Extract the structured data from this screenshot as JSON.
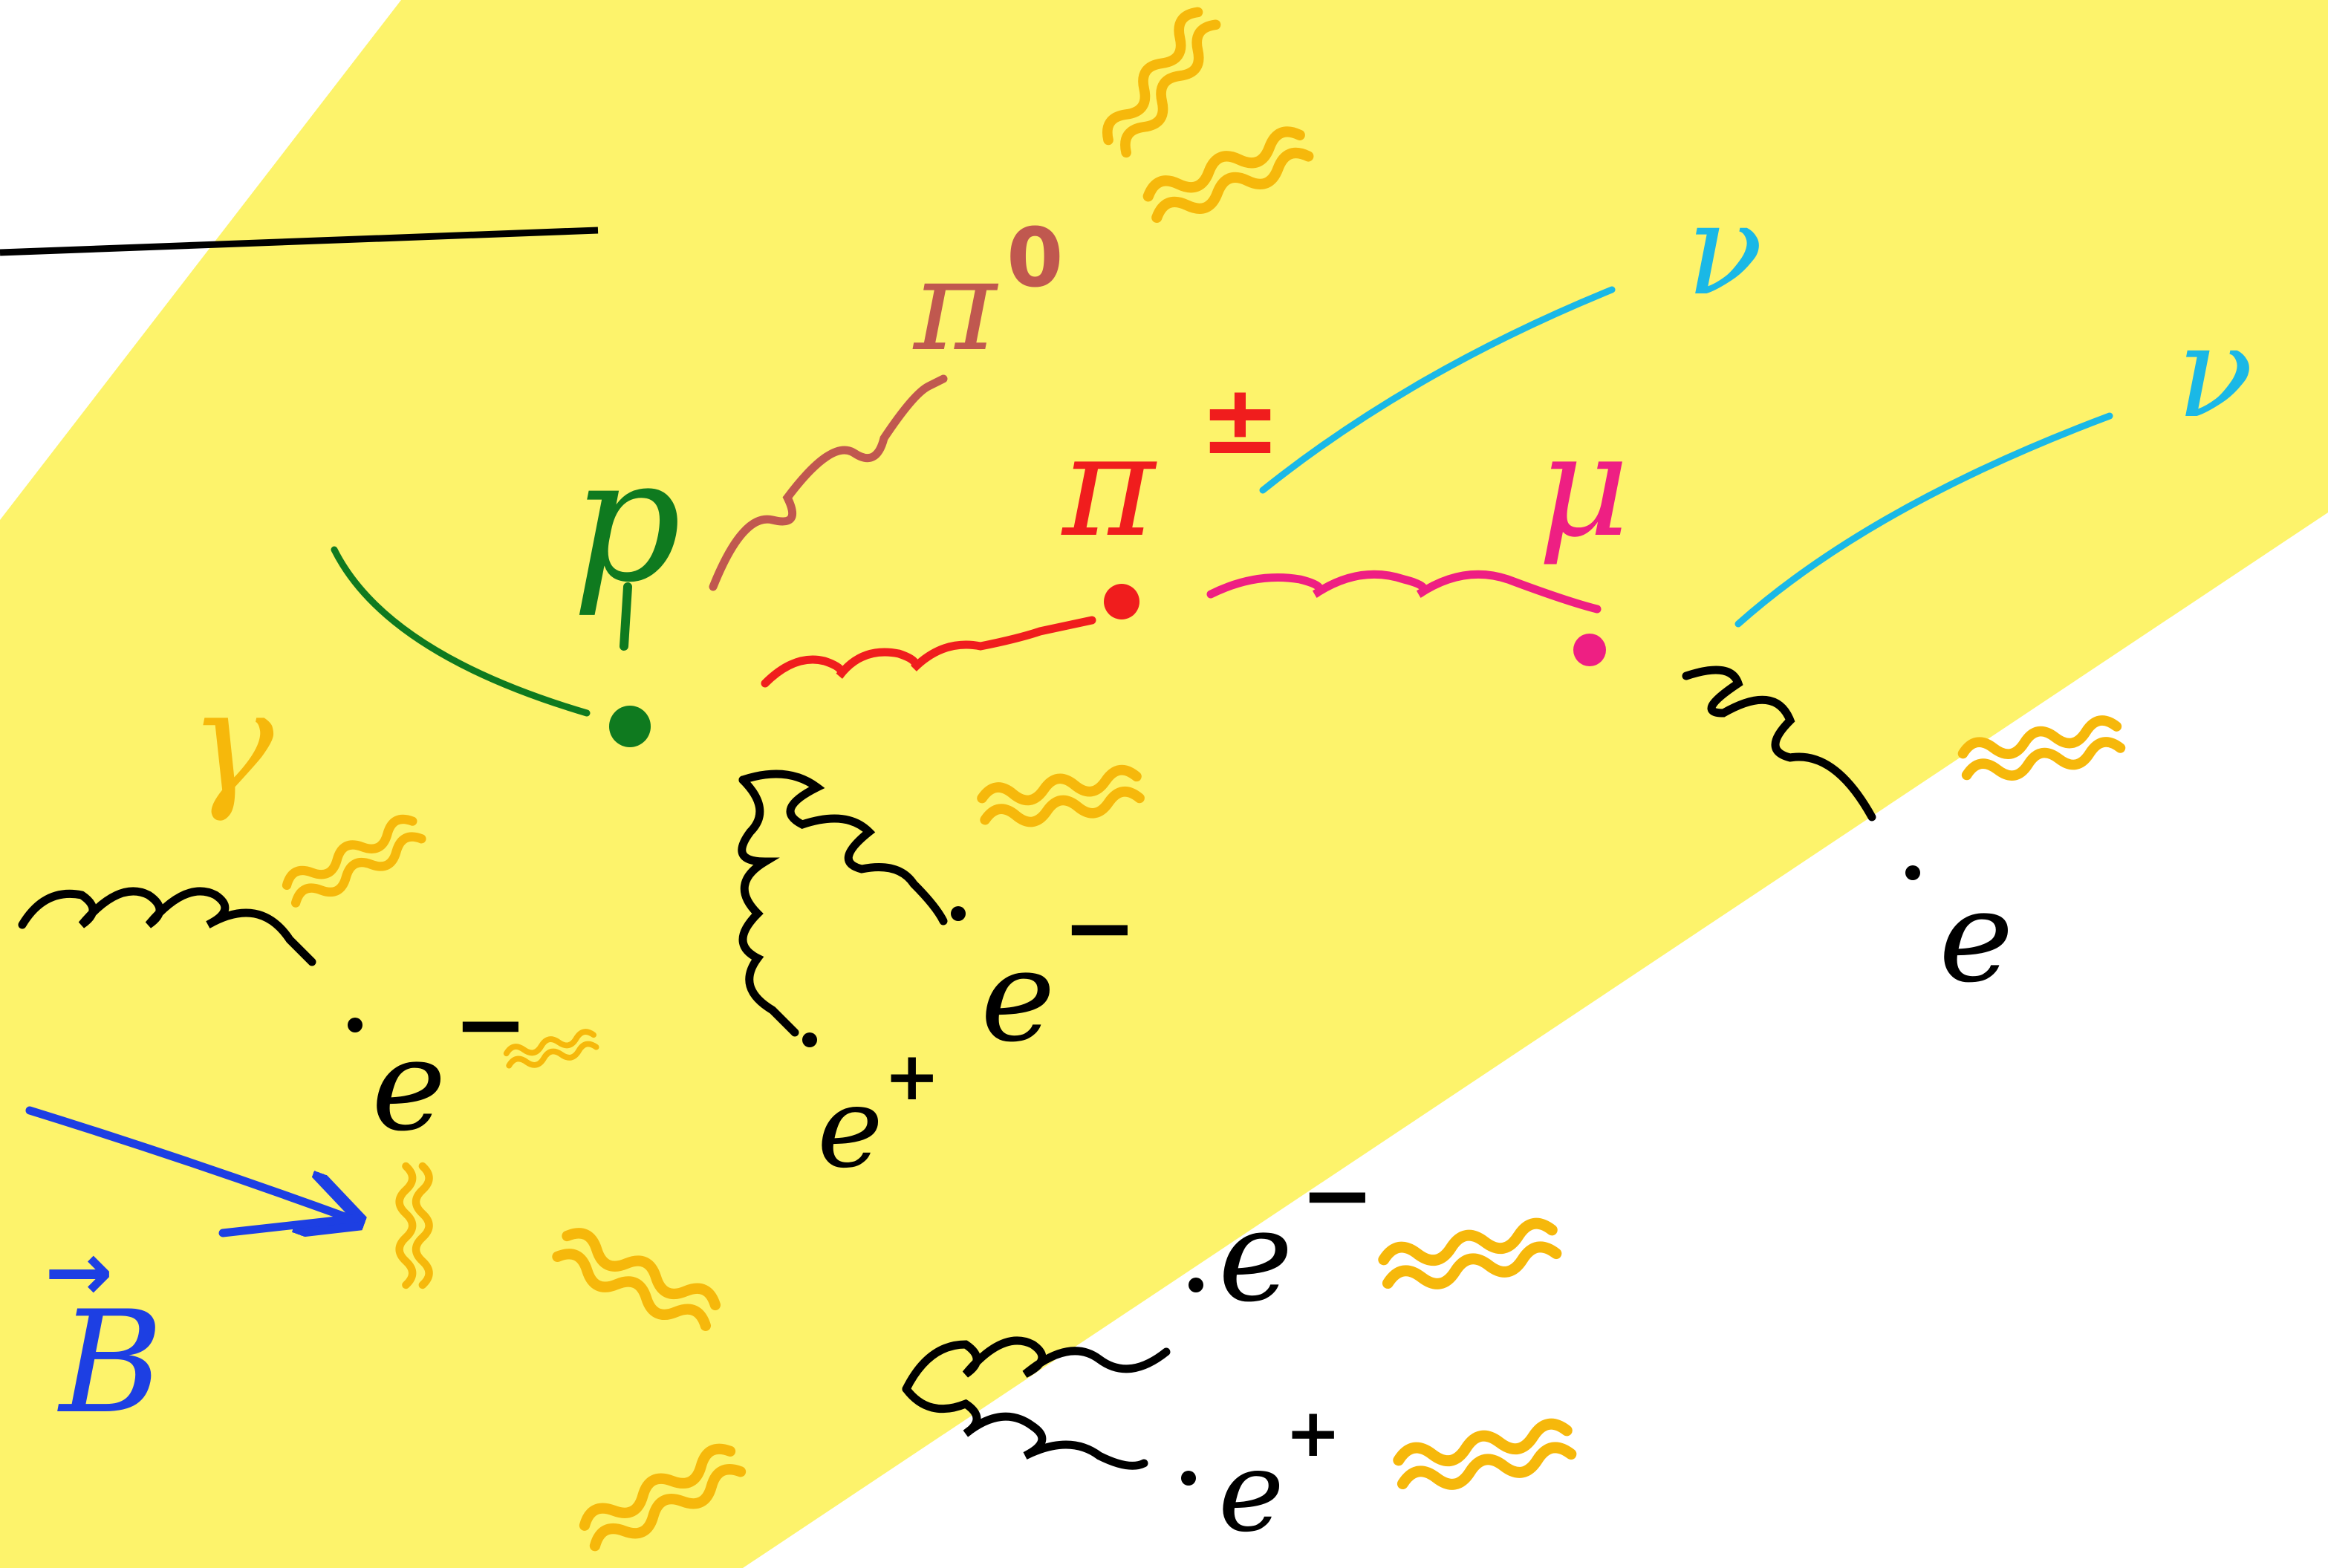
{
  "colors": {
    "background": "#ffffff",
    "beam": "#fdf36b",
    "photon": "#f6b80b",
    "proton": "#0f7a1f",
    "pion_neutral": "#c0584f",
    "pion_charged": "#f01d1d",
    "muon": "#ee1f83",
    "neutrino": "#1ab8e6",
    "electron": "#000000",
    "magnetic_field": "#1d3fe3",
    "line": "#000000"
  },
  "labels": {
    "gamma": "γ",
    "proton": "p",
    "pion_neutral": "π",
    "pion_neutral_charge": "0",
    "pion_charged": "π",
    "pion_charged_charge": "±",
    "muon": "μ",
    "neutrino_1": "ν",
    "neutrino_2": "ν",
    "electron_1": "e",
    "electron_1_charge": "−",
    "electron_2": "e",
    "electron_2_charge": "−",
    "positron_1": "e",
    "positron_1_charge": "+",
    "electron_3": "e",
    "electron_3_charge": "−",
    "positron_2": "e",
    "positron_2_charge": "+",
    "electron_muon_decay": "e",
    "magnetic_field": "B",
    "magnetic_field_arrow": "→"
  }
}
